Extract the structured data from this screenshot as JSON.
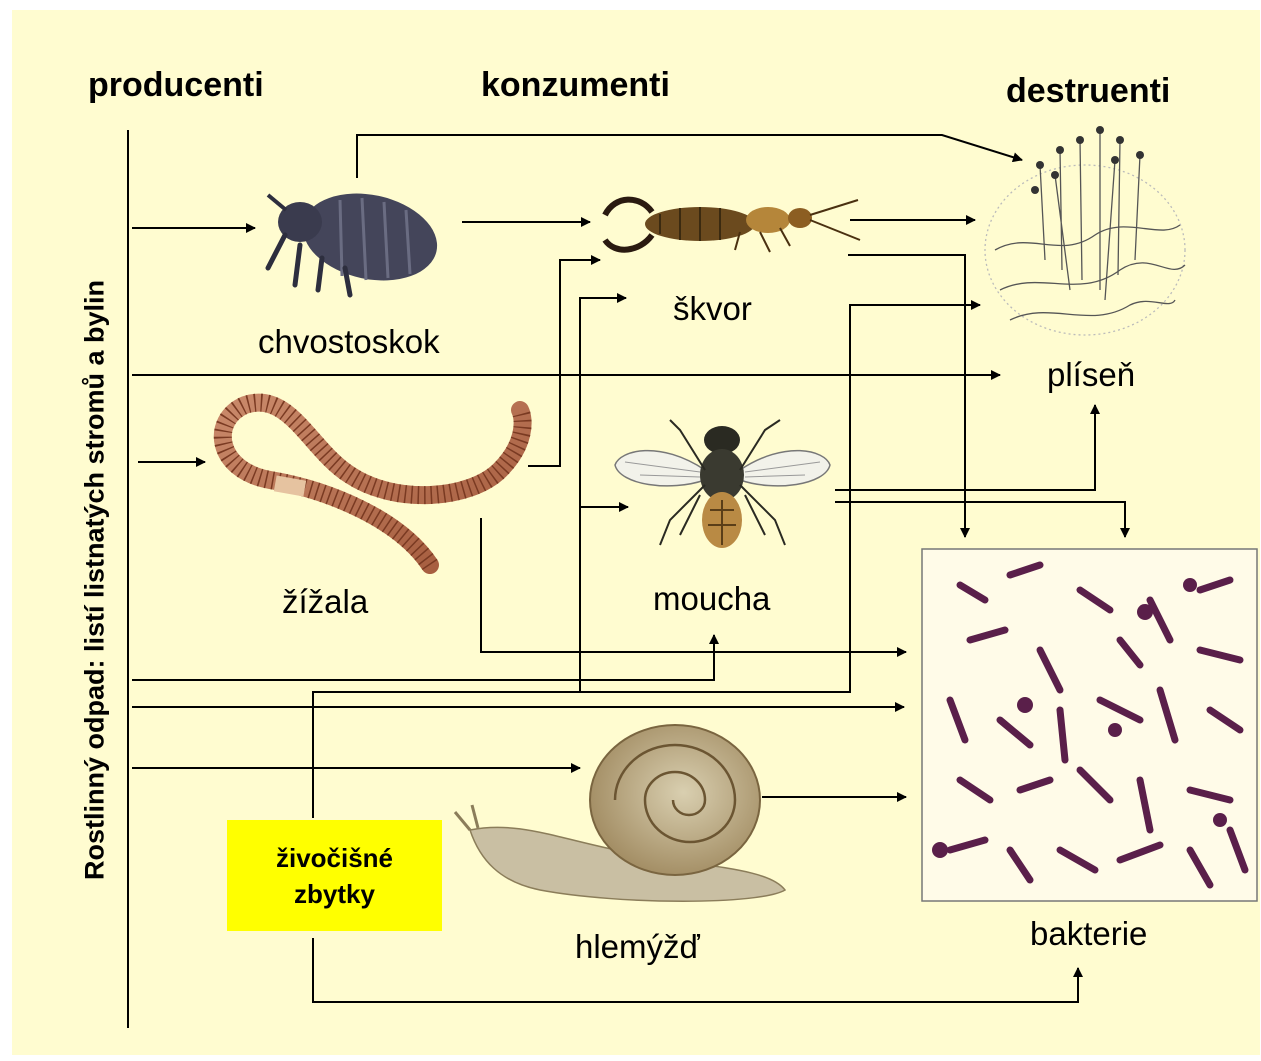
{
  "headings": {
    "producers": "producenti",
    "consumers": "konzumenti",
    "decomposers": "destruenti"
  },
  "side_label": "Rostlinný odpad: listí  listnatých stromů a bylin",
  "organisms": {
    "springtail": "chvostoskok",
    "earwig": "škvor",
    "mold": "plíseň",
    "earthworm": "žížala",
    "fly": "moucha",
    "snail": "hlemýžď",
    "bacteria": "bakterie"
  },
  "animal_remains": {
    "line1": "živočišné",
    "line2": "zbytky"
  },
  "colors": {
    "background": "#fffcd0",
    "remains_box": "#ffff00",
    "arrows": "#000000"
  }
}
